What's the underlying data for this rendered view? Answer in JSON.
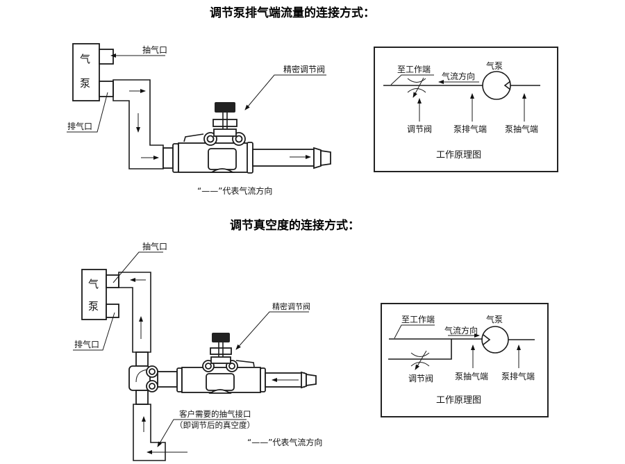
{
  "section1": {
    "title": "调节泵排气端流量的连接方式：",
    "pump_label_1": "气",
    "pump_label_2": "泵",
    "intake_port_label": "抽气口",
    "exhaust_port_label": "排气口",
    "valve_label": "精密调节阀",
    "legend_text": "“——”代表气流方向",
    "principle": {
      "to_work_end": "至工作端",
      "airflow_direction": "气流方向",
      "air_pump": "气泵",
      "regulating_valve": "调节阀",
      "pump_exhaust_end": "泵排气端",
      "pump_intake_end": "泵抽气端",
      "caption": "工作原理图"
    }
  },
  "section2": {
    "title": "调节真空度的连接方式：",
    "pump_label_1": "气",
    "pump_label_2": "泵",
    "intake_port_label": "抽气口",
    "exhaust_port_label": "排气口",
    "valve_label": "精密调节阀",
    "customer_port_line1": "客户需要的抽气接口",
    "customer_port_line2": "（即调节后的真空度）",
    "legend_text": "“——”代表气流方向",
    "principle": {
      "to_work_end": "至工作端",
      "airflow_direction": "气流方向",
      "air_pump": "气泵",
      "regulating_valve": "调节阀",
      "pump_intake_end": "泵抽气端",
      "pump_exhaust_end": "泵排气端",
      "caption": "工作原理图"
    }
  }
}
